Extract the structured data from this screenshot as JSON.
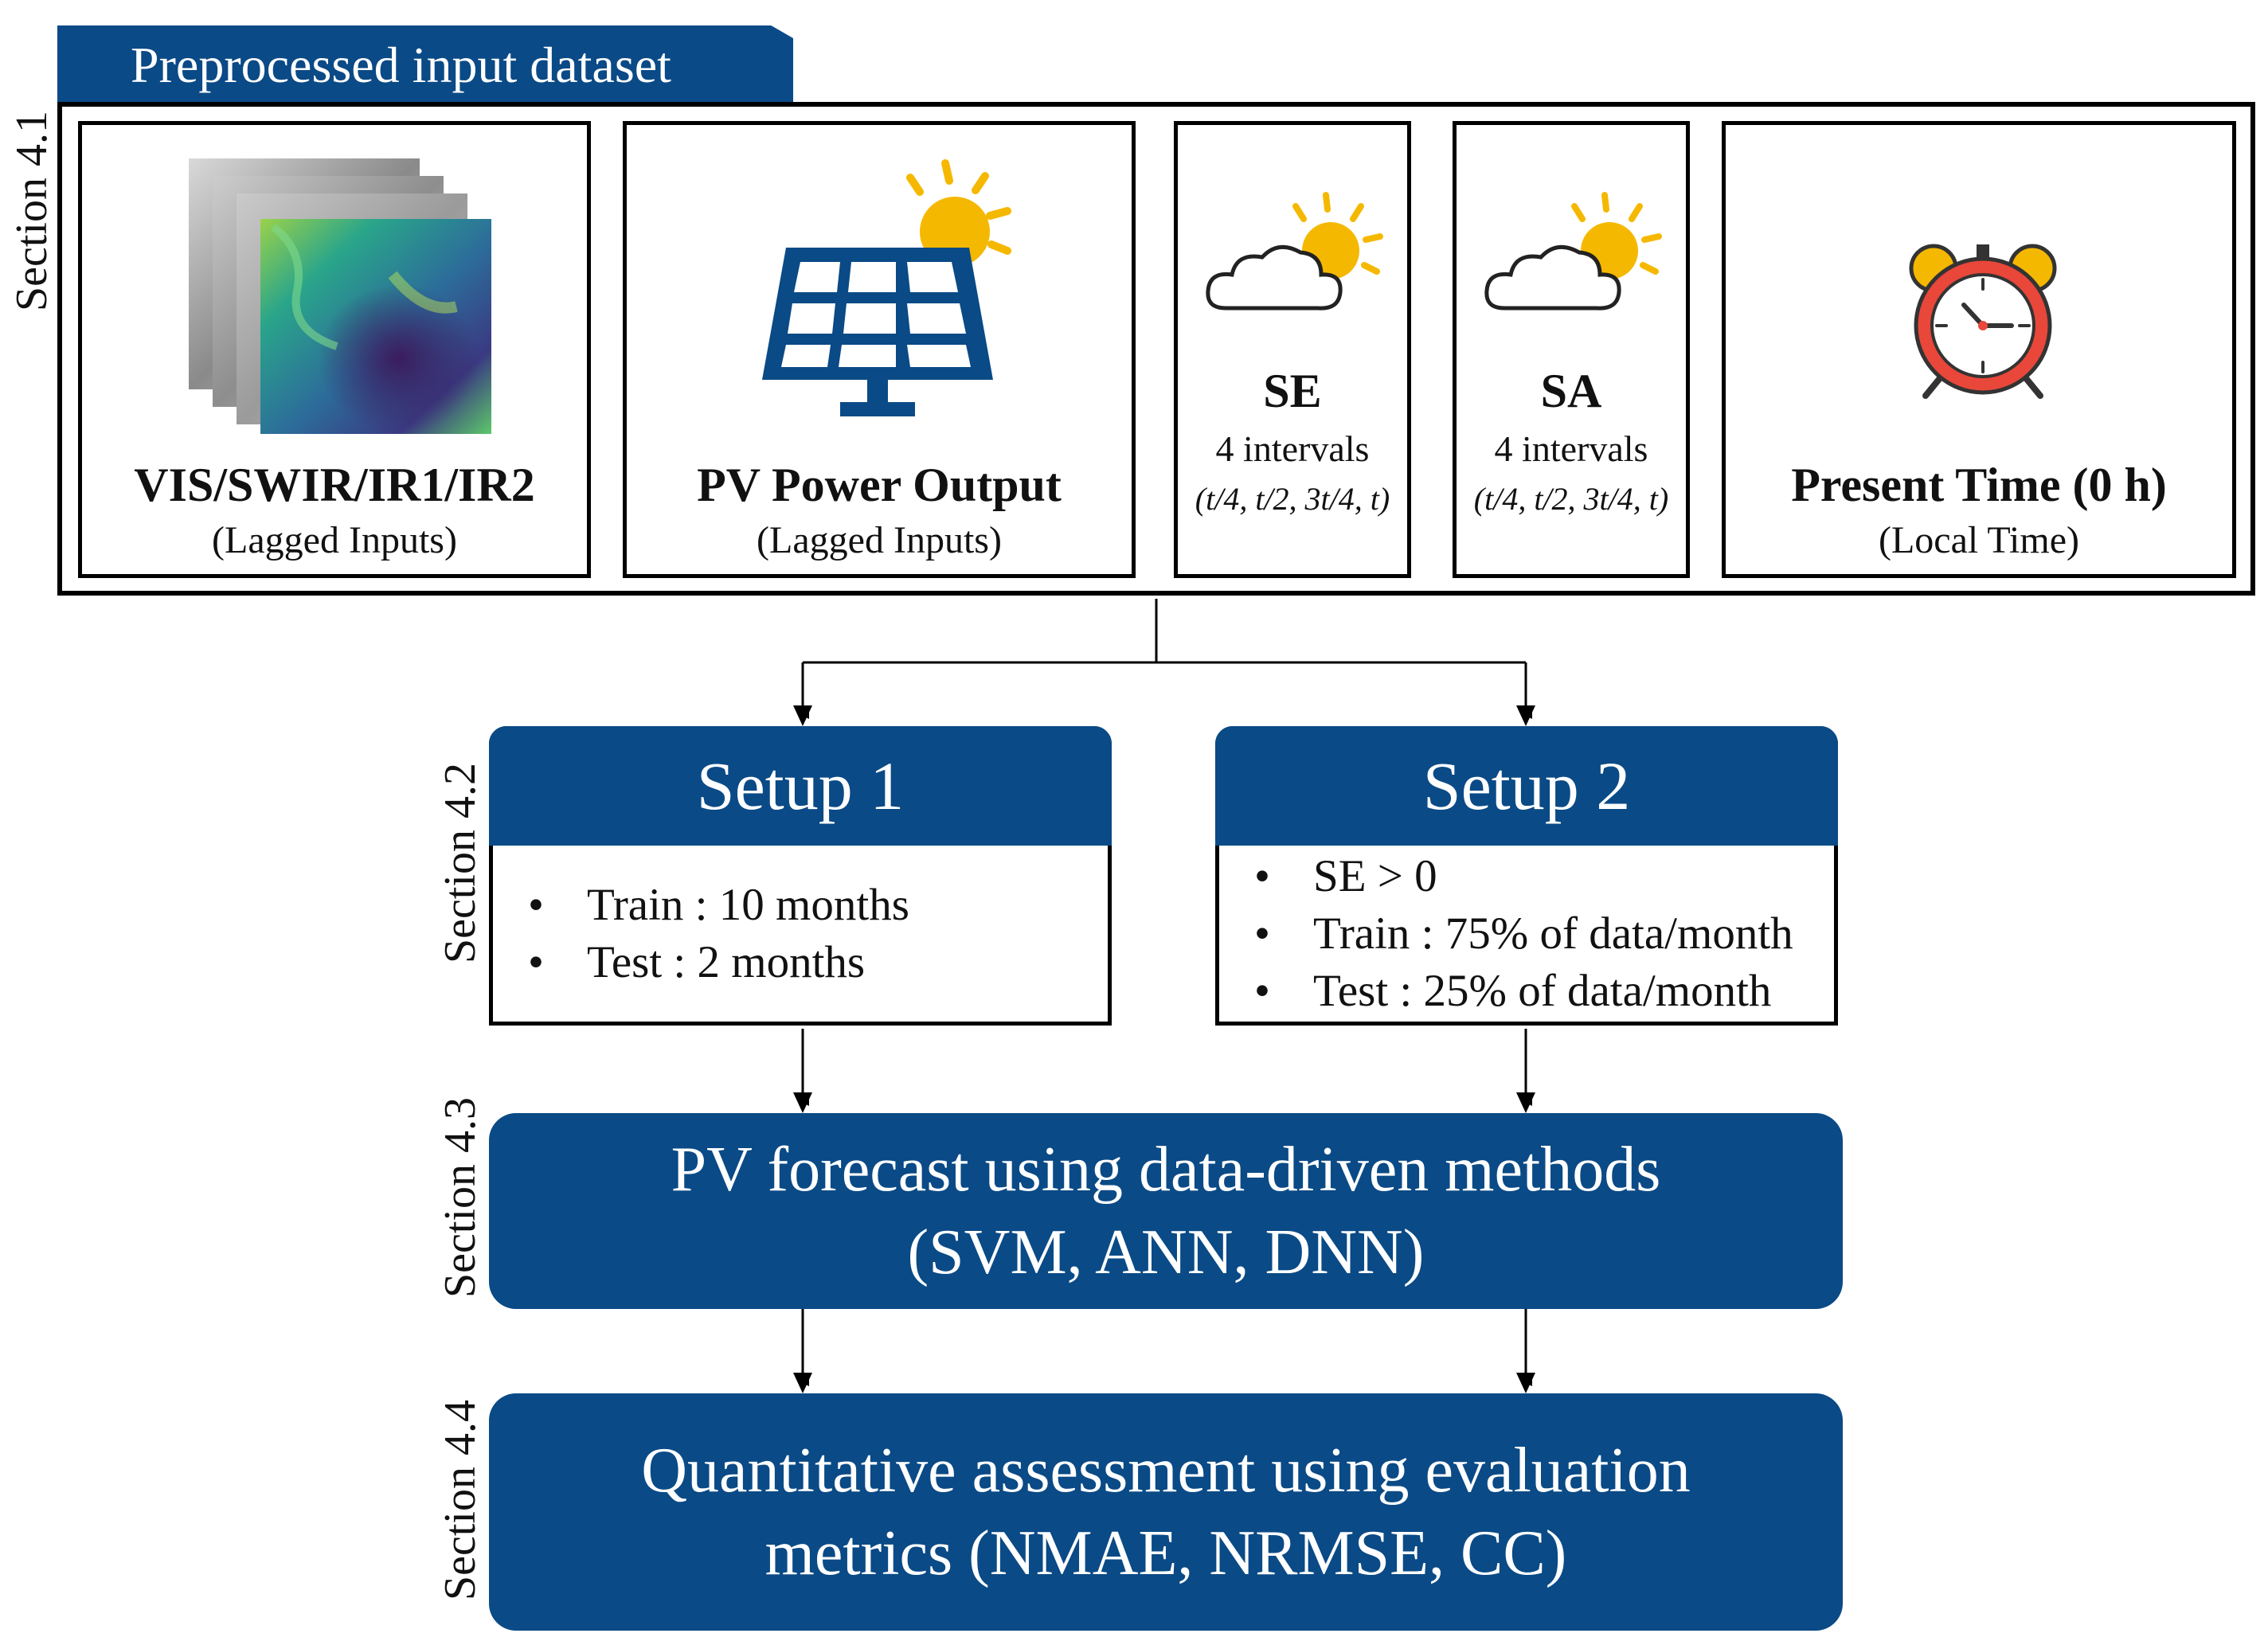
{
  "header": {
    "title": "Preprocessed input dataset"
  },
  "sections": {
    "s41": "Section 4.1",
    "s42": "Section 4.2",
    "s43": "Section 4.3",
    "s44": "Section 4.4"
  },
  "inputs": {
    "satellite": {
      "title": "VIS/SWIR/IR1/IR2",
      "subtitle": "(Lagged Inputs)",
      "icon": "satellite-image-stack-icon"
    },
    "pv": {
      "title": "PV Power Output",
      "subtitle": "(Lagged Inputs)",
      "icon": "solar-panel-icon"
    },
    "se": {
      "title": "SE",
      "intervals": "4 intervals",
      "formula": "(t/4, t/2, 3t/4, t)",
      "icon": "partly-cloudy-icon"
    },
    "sa": {
      "title": "SA",
      "intervals": "4 intervals",
      "formula": "(t/4, t/2, 3t/4, t)",
      "icon": "partly-cloudy-icon"
    },
    "time": {
      "title": "Present Time (0 h)",
      "subtitle": "(Local Time)",
      "icon": "alarm-clock-icon"
    }
  },
  "setup1": {
    "title": "Setup 1",
    "bullets": [
      "Train : 10 months",
      "Test : 2 months"
    ]
  },
  "setup2": {
    "title": "Setup 2",
    "bullets": [
      "SE > 0",
      "Train : 75% of data/month",
      "Test : 25% of data/month"
    ]
  },
  "forecast": {
    "line1": "PV forecast using data-driven methods",
    "line2": "(SVM, ANN, DNN)"
  },
  "assessment": {
    "line1": "Quantitative assessment using evaluation",
    "line2": "metrics (NMAE, NRMSE, CC)"
  },
  "colors": {
    "navy": "#0a4a86",
    "sun": "#f5b800",
    "clock_red": "#e8473a"
  }
}
